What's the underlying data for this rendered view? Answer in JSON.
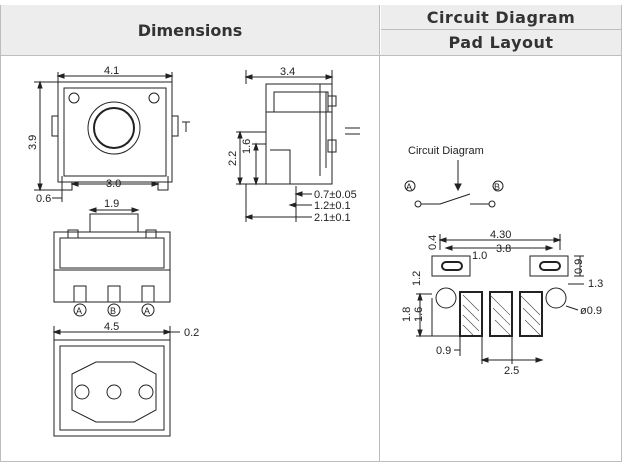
{
  "header": {
    "dimensions": "Dimensions",
    "circuit_diagram": "Circuit  Diagram",
    "pad_layout": "Pad  Layout"
  },
  "dimensions": {
    "width_top": "4.1",
    "height_left": "3.9",
    "pin_span": "3.0",
    "pin_offset": "0.6",
    "side_width": "3.4",
    "side_height": "2.2",
    "side_inner": "1.6",
    "tol_1": "0.7±0.05",
    "tol_2": "1.2±0.1",
    "tol_3": "2.1±0.1",
    "front_width": "1.9",
    "terminal_a1": "A",
    "terminal_b": "B",
    "terminal_a2": "A",
    "bottom_width": "4.5",
    "bottom_offset": "0.2"
  },
  "circuit": {
    "title": "Circuit Diagram",
    "label_a": "A",
    "label_b": "B"
  },
  "pad": {
    "w_total": "4.30",
    "w_inner": "3.8",
    "slot": "1.0",
    "left_top": "0.4",
    "left_mid": "1.2",
    "right_top": "0.9",
    "right_side": "1.3",
    "h_outer": "1.8",
    "h_inner": "1.6",
    "hole": "ø0.9",
    "pad_w": "0.9",
    "pitch": "2.5"
  }
}
